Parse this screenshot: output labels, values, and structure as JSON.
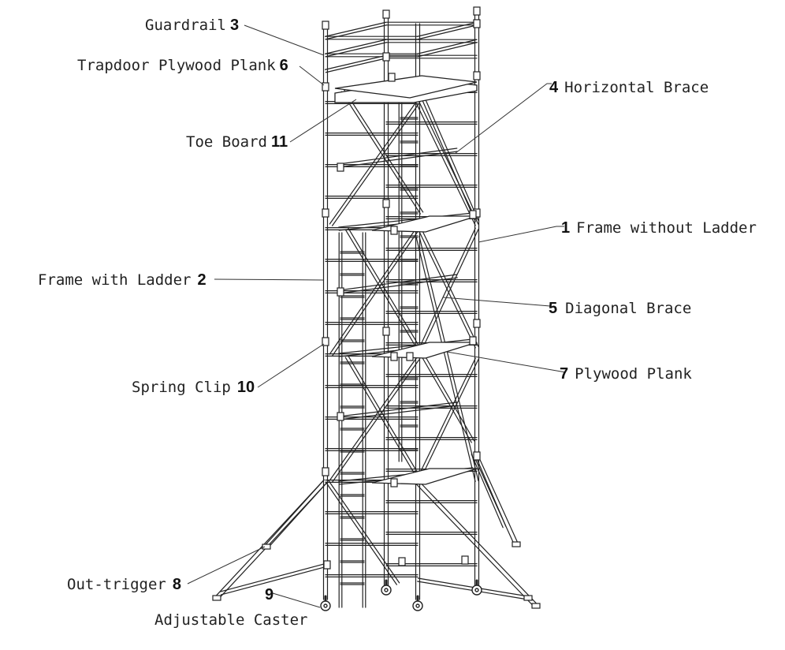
{
  "callouts": [
    {
      "id": "guardrail",
      "text": "Guardrail",
      "number": "3"
    },
    {
      "id": "trapdoor-plywood-plank",
      "text": "Trapdoor Plywood Plank",
      "number": "6"
    },
    {
      "id": "toe-board",
      "text": "Toe Board",
      "number": "11"
    },
    {
      "id": "frame-with-ladder",
      "text": "Frame with Ladder",
      "number": "2"
    },
    {
      "id": "spring-clip",
      "text": "Spring Clip",
      "number": "10"
    },
    {
      "id": "out-trigger",
      "text": "Out-trigger",
      "number": "8"
    },
    {
      "id": "adjustable-caster",
      "text": "Adjustable Caster",
      "number": "9"
    },
    {
      "id": "horizontal-brace",
      "text": "Horizontal Brace",
      "number": "4"
    },
    {
      "id": "frame-without-ladder",
      "text": "Frame without Ladder",
      "number": "1"
    },
    {
      "id": "diagonal-brace",
      "text": "Diagonal Brace",
      "number": "5"
    },
    {
      "id": "plywood-plank",
      "text": "Plywood Plank",
      "number": "7"
    }
  ],
  "colors": {
    "line": "#222222",
    "background": "#ffffff"
  }
}
